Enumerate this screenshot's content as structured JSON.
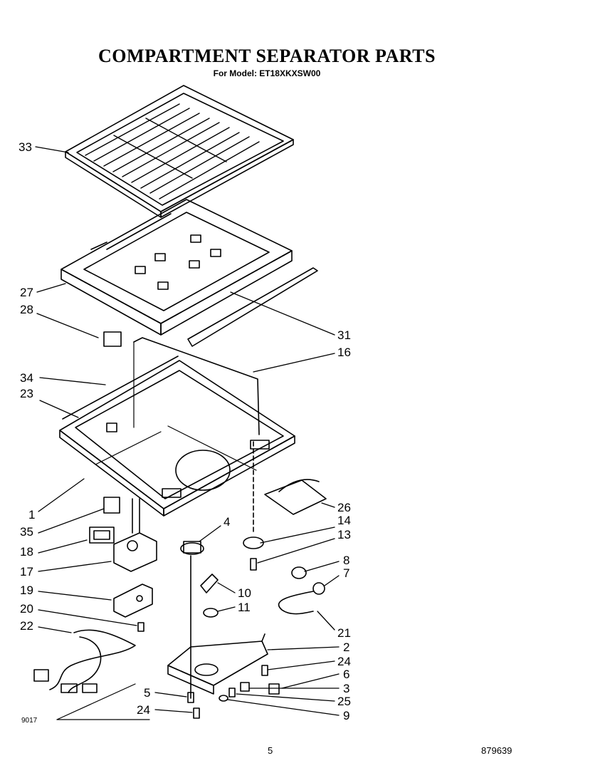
{
  "header": {
    "title": "COMPARTMENT SEPARATOR PARTS",
    "subtitle": "For Model: ET18XKXSW00"
  },
  "callouts": [
    {
      "id": "c33",
      "label": "33"
    },
    {
      "id": "c27",
      "label": "27"
    },
    {
      "id": "c28",
      "label": "28"
    },
    {
      "id": "c31",
      "label": "31"
    },
    {
      "id": "c16",
      "label": "16"
    },
    {
      "id": "c34",
      "label": "34"
    },
    {
      "id": "c23",
      "label": "23"
    },
    {
      "id": "c1",
      "label": "1"
    },
    {
      "id": "c26",
      "label": "26"
    },
    {
      "id": "c35",
      "label": "35"
    },
    {
      "id": "c4",
      "label": "4"
    },
    {
      "id": "c14",
      "label": "14"
    },
    {
      "id": "c13",
      "label": "13"
    },
    {
      "id": "c18",
      "label": "18"
    },
    {
      "id": "c17",
      "label": "17"
    },
    {
      "id": "c8",
      "label": "8"
    },
    {
      "id": "c7",
      "label": "7"
    },
    {
      "id": "c19",
      "label": "19"
    },
    {
      "id": "c10",
      "label": "10"
    },
    {
      "id": "c11",
      "label": "11"
    },
    {
      "id": "c20",
      "label": "20"
    },
    {
      "id": "c21",
      "label": "21"
    },
    {
      "id": "c22",
      "label": "22"
    },
    {
      "id": "c2",
      "label": "2"
    },
    {
      "id": "c24a",
      "label": "24"
    },
    {
      "id": "c6",
      "label": "6"
    },
    {
      "id": "c3",
      "label": "3"
    },
    {
      "id": "c5",
      "label": "5"
    },
    {
      "id": "c25",
      "label": "25"
    },
    {
      "id": "c24b",
      "label": "24"
    },
    {
      "id": "c9",
      "label": "9"
    }
  ],
  "footer": {
    "code": "9017",
    "page": "5",
    "doc_number": "879639"
  }
}
